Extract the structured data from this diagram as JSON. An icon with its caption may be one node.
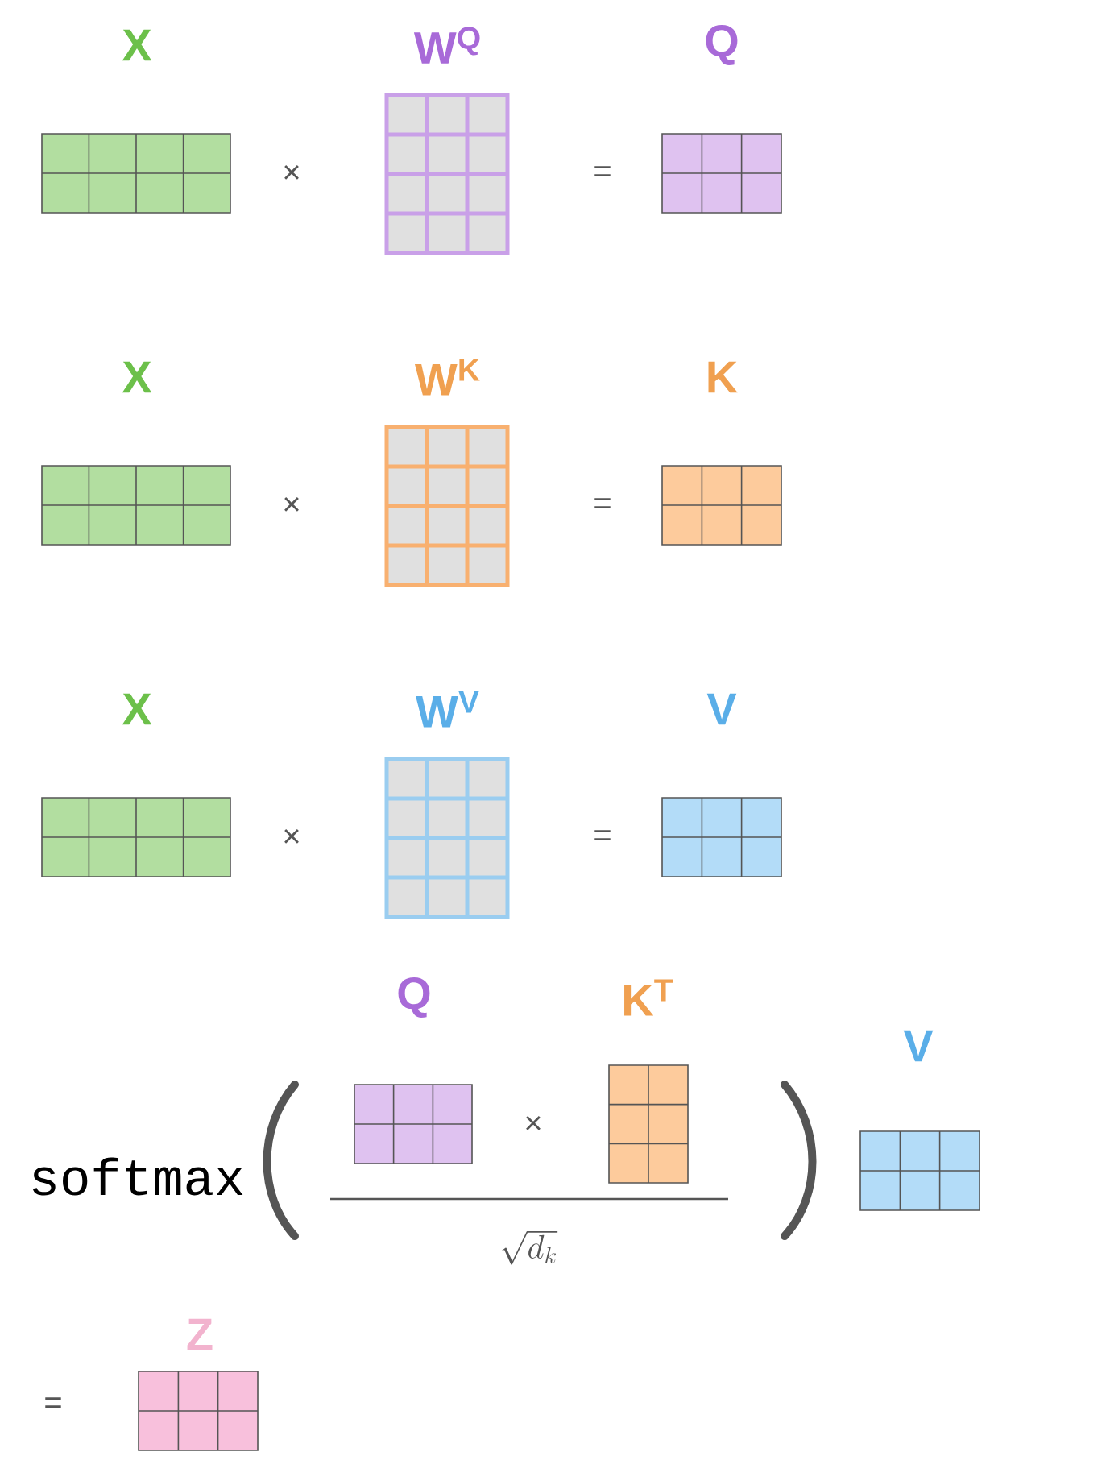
{
  "diagram": {
    "nodes": [
      {
        "text": [
          "X"
        ]
      },
      {
        "text": [
          "W$^{Q}$"
        ]
      },
      {
        "text": [
          "Q"
        ]
      },
      {
        "text": [
          "X"
        ]
      },
      {
        "text": [
          "W$^{K}$"
        ]
      },
      {
        "text": [
          "K"
        ]
      },
      {
        "text": [
          "X"
        ]
      },
      {
        "text": [
          "W$^{V}$"
        ]
      },
      {
        "text": [
          "V"
        ]
      },
      {
        "text": [
          "Q"
        ]
      },
      {
        "text": [
          "K$^{T}$"
        ]
      },
      {
        "text": [
          "V"
        ]
      },
      {
        "text": [
          "Z"
        ]
      }
    ],
    "labels": [
      "×",
      "=",
      "×",
      "=",
      "×",
      "=",
      "softmax",
      "×",
      "\\sqrt{d_k}",
      "="
    ]
  }
}
